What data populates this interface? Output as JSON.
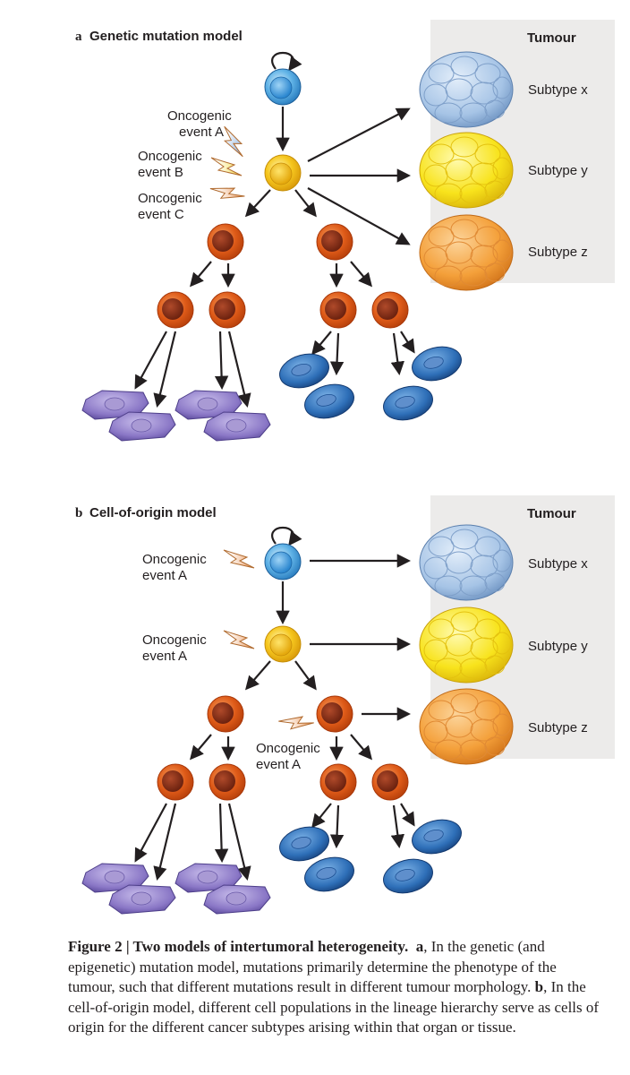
{
  "panel_a": {
    "letter": "a",
    "title": "Genetic mutation model",
    "tumour_header": "Tumour",
    "events": [
      {
        "line1": "Oncogenic",
        "line2": "event A"
      },
      {
        "line1": "Oncogenic",
        "line2": "event B"
      },
      {
        "line1": "Oncogenic",
        "line2": "event C"
      }
    ],
    "subtypes": [
      "Subtype x",
      "Subtype y",
      "Subtype z"
    ]
  },
  "panel_b": {
    "letter": "b",
    "title": "Cell-of-origin model",
    "tumour_header": "Tumour",
    "events": [
      {
        "line1": "Oncogenic",
        "line2": "event A"
      },
      {
        "line1": "Oncogenic",
        "line2": "event A"
      },
      {
        "line1": "Oncogenic",
        "line2": "event A"
      }
    ],
    "subtypes": [
      "Subtype x",
      "Subtype y",
      "Subtype z"
    ]
  },
  "caption": {
    "figure_label": "Figure 2 | Two models of intertumoral heterogeneity.",
    "a_letter": "a",
    "a_text": ", In the genetic (and epigenetic) mutation model, mutations primarily determine the phenotype of the tumour, such that different mutations result in different tumour morphology.",
    "b_letter": "b",
    "b_text": ", In the cell-of-origin model, different cell populations in the lineage hierarchy serve as cells of origin for the different cancer subtypes arising within that organ or tissue."
  },
  "colors": {
    "stem_cell": "#4aa3df",
    "progenitor": "#f5c518",
    "intermediate": "#d9541a",
    "differentiated_purple": "#8c7cc4",
    "differentiated_blue": "#2d6fb5",
    "tumour_x": "#a9c6e6",
    "tumour_y": "#f7e01e",
    "tumour_z": "#f5a23c",
    "tumour_panel": "#ecebea"
  }
}
